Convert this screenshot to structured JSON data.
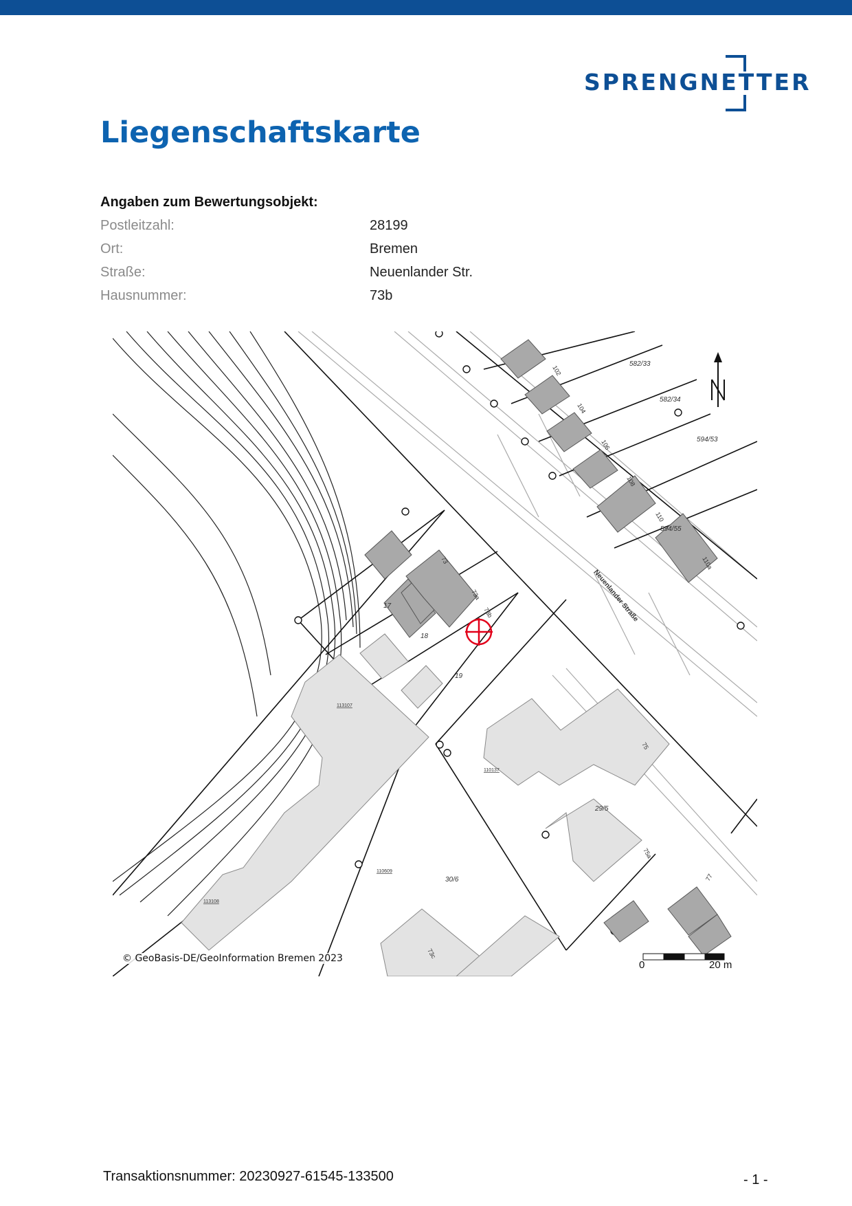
{
  "brand": {
    "name": "SPRENGNETTER",
    "color": "#0d4f95"
  },
  "document": {
    "title": "Liegenschaftskarte"
  },
  "property": {
    "heading": "Angaben zum Bewertungsobjekt:",
    "fields": [
      {
        "label": "Postleitzahl:",
        "value": "28199"
      },
      {
        "label": "Ort:",
        "value": "Bremen"
      },
      {
        "label": "Straße:",
        "value": "Neuenlander Str."
      },
      {
        "label": "Hausnummer:",
        "value": "73b"
      }
    ]
  },
  "map": {
    "copyright": "© GeoBasis-DE/GeoInformation Bremen 2023",
    "street_label": "Neuenlander Straße",
    "north_icon": "north-arrow-icon",
    "marker_icon": "target-crosshair-icon",
    "marker_color": "#e2001a",
    "scale": {
      "start": "0",
      "end": "20 m"
    },
    "house_numbers": [
      "73",
      "73a",
      "73b",
      "102",
      "104",
      "106",
      "108",
      "110",
      "110a",
      "75",
      "75a",
      "77",
      "73c"
    ],
    "parcel_numbers": [
      "17",
      "18",
      "19",
      "29/5",
      "30/6",
      "582/33",
      "582/34",
      "594/53",
      "594/55"
    ],
    "building_ids": [
      "113107",
      "113108",
      "110609",
      "110137"
    ]
  },
  "footer": {
    "transaction": "Transaktionsnummer: 20230927-61545-133500",
    "page": "- 1 -"
  }
}
